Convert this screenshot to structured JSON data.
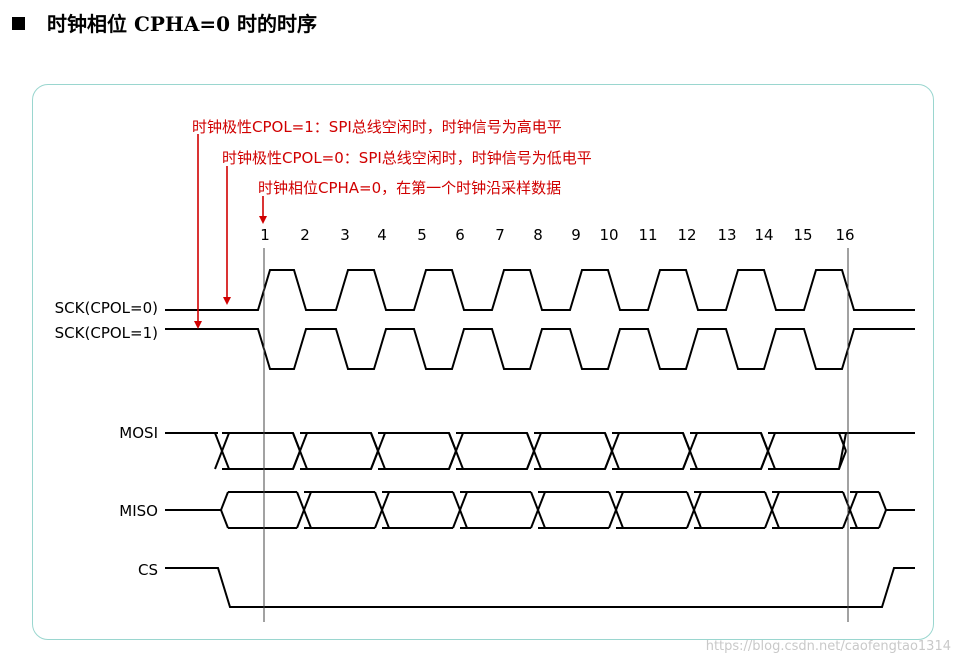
{
  "title": "时钟相位 CPHA=0 时的时序",
  "annotations": {
    "cpol1": "时钟极性CPOL=1：SPI总线空闲时，时钟信号为高电平",
    "cpol0": "时钟极性CPOL=0：SPI总线空闲时，时钟信号为低电平",
    "cpha0": "时钟相位CPHA=0，在第一个时钟沿采样数据"
  },
  "clock_numbers": [
    "1",
    "2",
    "3",
    "4",
    "5",
    "6",
    "7",
    "8",
    "9",
    "10",
    "11",
    "12",
    "13",
    "14",
    "15",
    "16"
  ],
  "signals": {
    "sck0": "SCK(CPOL=0)",
    "sck1": "SCK(CPOL=1)",
    "mosi": "MOSI",
    "miso": "MISO",
    "cs": "CS"
  },
  "watermark": "https://blog.csdn.net/caofengtao1314",
  "colors": {
    "annotation": "#d00000",
    "frame": "#9ad6cf",
    "line": "#000000"
  }
}
